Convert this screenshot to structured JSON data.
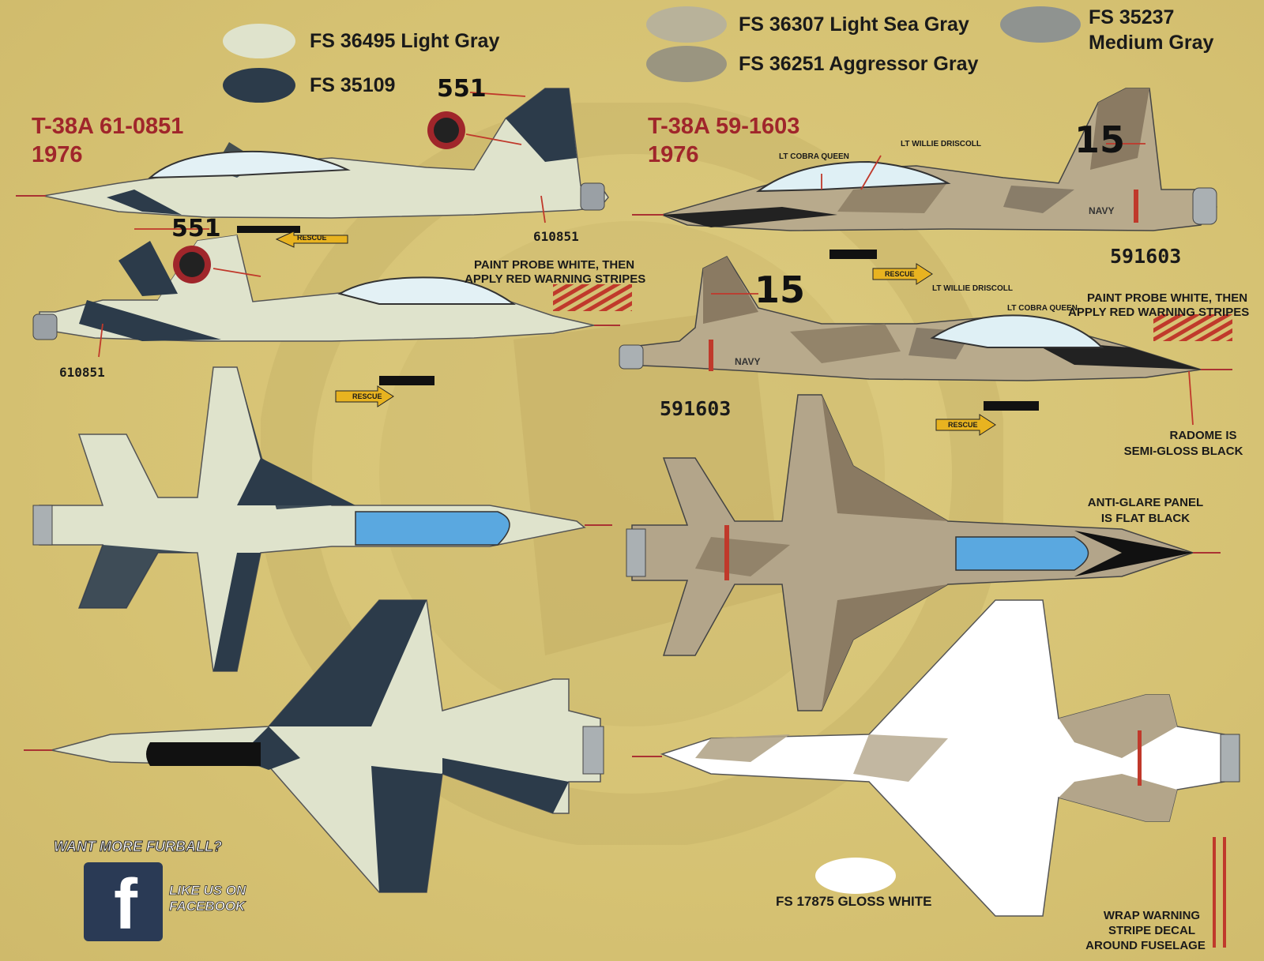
{
  "swatches": [
    {
      "code": "FS 36495 Light Gray",
      "color": "#dfe3cc"
    },
    {
      "code": "FS 35109",
      "color": "#2c3b4a"
    },
    {
      "code": "FS 36307 Light Sea Gray",
      "color": "#b8b29a"
    },
    {
      "code": "FS 36251 Aggressor Gray",
      "color": "#9a9580"
    },
    {
      "code_line1": "FS 35237",
      "code_line2": "Medium Gray",
      "color": "#8f9390"
    },
    {
      "code": "FS 17875 GLOSS WHITE",
      "color": "#ffffff"
    }
  ],
  "aircraft": [
    {
      "type_serial": "T-38A 61-0851",
      "year": "1976",
      "modex": "551",
      "tail_serial": "610851"
    },
    {
      "type_serial": "T-38A 59-1603",
      "year": "1976",
      "modex": "15",
      "tail_serial": "591603",
      "pilot_1": "LT WILLIE DRISCOLL",
      "pilot_2": "LT COBRA QUEEN",
      "service": "NAVY"
    }
  ],
  "notes": {
    "probe_left_1": "PAINT PROBE WHITE, THEN",
    "probe_left_2": "APPLY RED WARNING STRIPES",
    "probe_right_1": "PAINT PROBE WHITE, THEN",
    "probe_right_2": "APPLY RED WARNING STRIPES",
    "radome_1": "RADOME IS",
    "radome_2": "SEMI-GLOSS BLACK",
    "antiglare_1": "ANTI-GLARE PANEL",
    "antiglare_2": "IS FLAT BLACK",
    "wrap_1": "WRAP WARNING",
    "wrap_2": "STRIPE DECAL",
    "wrap_3": "AROUND FUSELAGE",
    "rescue": "RESCUE"
  },
  "promo": {
    "headline": "WANT MORE FURBALL?",
    "like_1": "LIKE US ON",
    "like_2": "FACEBOOK",
    "fb_letter": "f"
  },
  "colors": {
    "background": "#d6c273",
    "title_red": "#a0262b",
    "light_gray": "#dfe3cc",
    "dark_blue_gray": "#2c3b4a",
    "tan": "#b3a58a",
    "brown": "#8a7a62",
    "canopy_blue": "#5aa8e0",
    "warning_red": "#c0392b",
    "rescue_yellow": "#e8b320"
  }
}
